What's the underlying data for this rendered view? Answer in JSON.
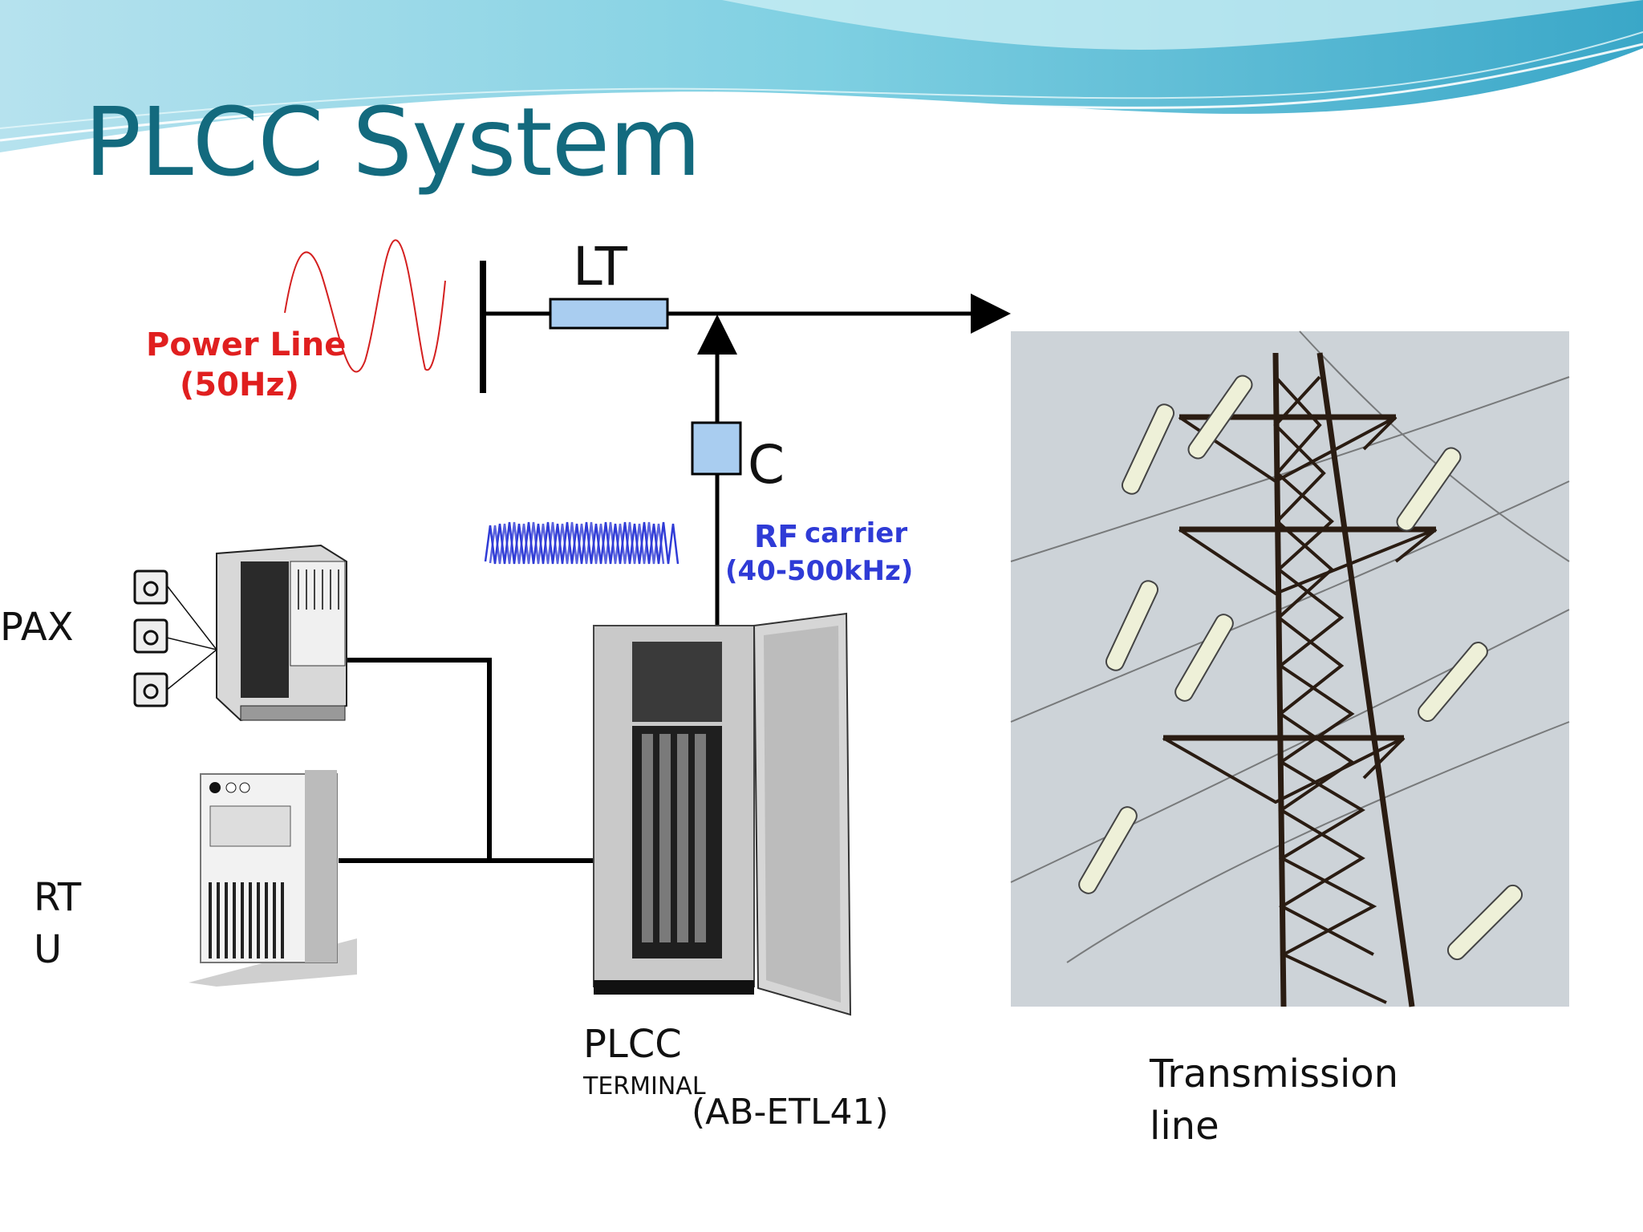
{
  "slide": {
    "title": "PLCC System"
  },
  "diagram": {
    "lt_label": "LT",
    "c_label": "C",
    "power_line_label": "Power Line",
    "power_line_freq": "(50Hz)",
    "rf_label_1": "RF",
    "rf_label_2": "carrier",
    "rf_freq": "(40-500kHz)",
    "pax_label": "PAX",
    "rtu_label_1": "RT",
    "rtu_label_2": "U",
    "plcc_label": "PLCC",
    "terminal_label": "TERMINAL",
    "model_label": "(AB-ETL41)",
    "transmission_label_1": "Transmission",
    "transmission_label_2": "line"
  },
  "colors": {
    "title": "#136a7e",
    "power_wave": "#d42020",
    "rf_wave": "#2f3bd6",
    "component_fill": "#a9cdf0",
    "header_wave": "#5cc0d4"
  }
}
